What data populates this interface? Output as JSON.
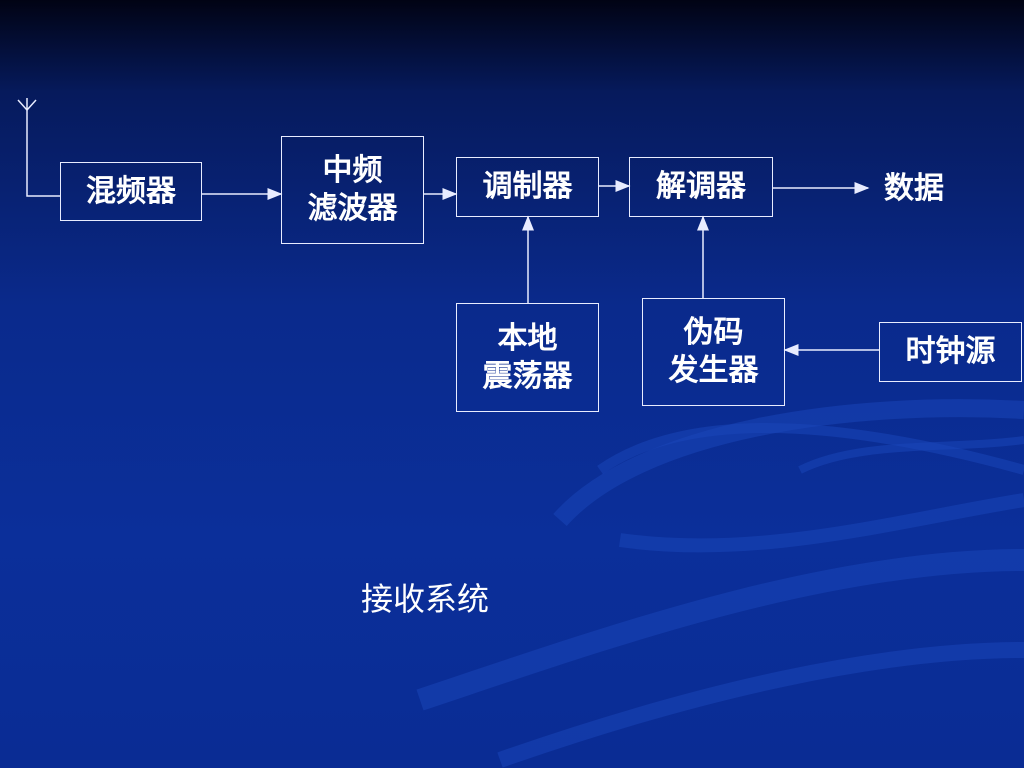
{
  "diagram": {
    "blocks": {
      "mixer": "混频器",
      "if_filter": "中频\n滤波器",
      "modulator": "调制器",
      "demodulator": "解调器",
      "local_oscillator": "本地\n震荡器",
      "pn_generator": "伪码\n发生器",
      "clock_source": "时钟源"
    },
    "output_label": "数据",
    "caption": "接收系统"
  },
  "colors": {
    "background_top": "#010314",
    "background_main": "#0b2f9a",
    "line": "#e8ecff"
  },
  "icons": {
    "antenna": "antenna-icon"
  }
}
